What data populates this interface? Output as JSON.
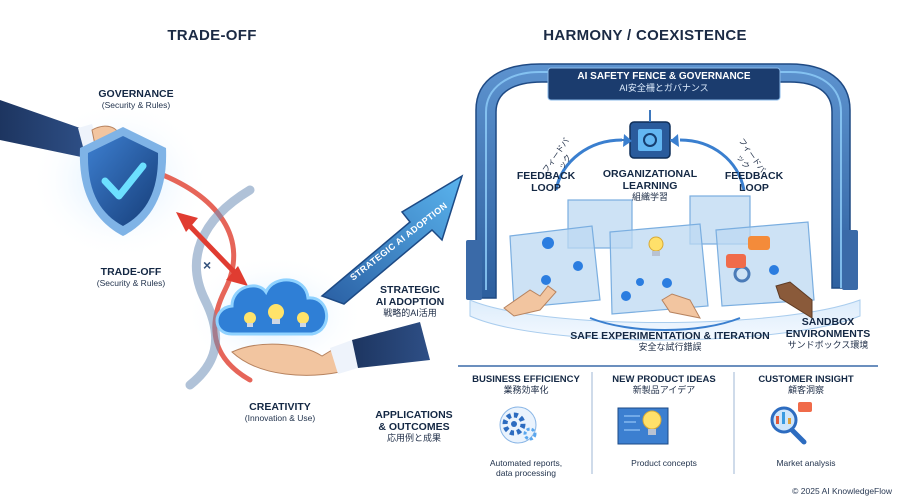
{
  "left": {
    "title": "TRADE-OFF",
    "governance": {
      "label": "GOVERNANCE",
      "sub": "(Security & Rules)"
    },
    "tradeoff": {
      "label": "TRADE-OFF",
      "sub": "(Security & Rules)"
    },
    "creativity": {
      "label": "CREATIVITY",
      "sub": "(Innovation & Use)"
    }
  },
  "middle": {
    "arrow_text": "STRATEGIC AI ADOPTION",
    "strategic": {
      "line1": "STRATEGIC",
      "line2": "AI ADOPTION",
      "jp": "戦略的AI活用"
    },
    "applications": {
      "line1": "APPLICATIONS",
      "line2": "& OUTCOMES",
      "jp": "応用例と成果"
    }
  },
  "right": {
    "title": "HARMONY / COEXISTENCE",
    "fence": {
      "label": "AI SAFETY FENCE & GOVERNANCE",
      "jp": "AI安全柵とガバナンス"
    },
    "feedback_left": {
      "line1": "FEEDBACK",
      "line2": "LOOP",
      "jp": "フィードバック"
    },
    "feedback_right": {
      "line1": "FEEDBACK",
      "line2": "LOOP",
      "jp": "フィードバック"
    },
    "org": {
      "line1": "ORGANIZATIONAL",
      "line2": "LEARNING",
      "jp": "組織学習"
    },
    "sandbox": {
      "line1": "SANDBOX",
      "line2": "ENVIRONMENTS",
      "jp": "サンドボックス環境"
    },
    "safe": {
      "label": "SAFE EXPERIMENTATION & ITERATION",
      "jp": "安全な試行錯誤"
    }
  },
  "cards": [
    {
      "title": "BUSINESS EFFICIENCY",
      "jp": "業務効率化",
      "caption1": "Automated reports,",
      "caption2": "data processing",
      "icon": "gears-icon"
    },
    {
      "title": "NEW PRODUCT IDEAS",
      "jp": "新製品アイデア",
      "caption1": "Product concepts",
      "caption2": "",
      "icon": "blueprint-bulb-icon"
    },
    {
      "title": "CUSTOMER INSIGHT",
      "jp": "顧客洞察",
      "caption1": "Market analysis",
      "caption2": "",
      "icon": "magnifier-icon"
    }
  ],
  "footer": {
    "copyright": "© 2025 AI KnowledgeFlow"
  },
  "colors": {
    "navy": "#1c3f73",
    "accent_blue": "#2f8fe0",
    "red": "#e0473a",
    "glass": "#bcd8f2"
  }
}
